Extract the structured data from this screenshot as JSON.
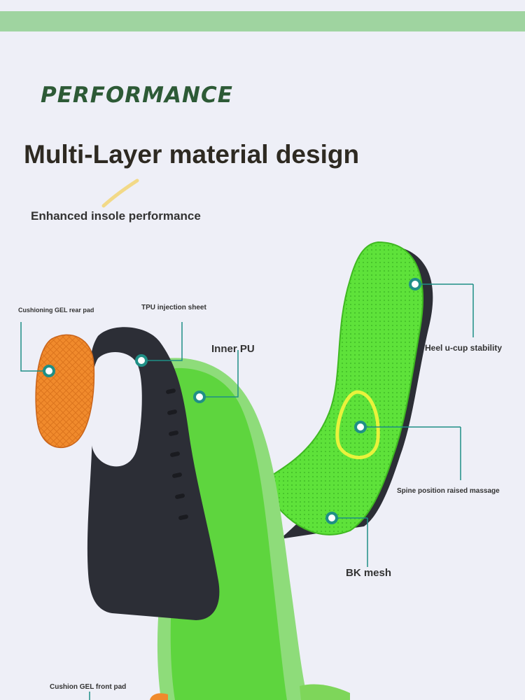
{
  "banner": {
    "eyebrow": "PERFORMANCE",
    "headline": "Multi-Layer material design",
    "subhead": "Enhanced insole performance"
  },
  "callouts": {
    "cushioning_gel_rear": "Cushioning GEL rear pad",
    "tpu_sheet": "TPU injection sheet",
    "inner_pu": "Inner PU",
    "heel_cup": "Heel u-cup stability",
    "spine_massage": "Spine position raised massage",
    "bk_mesh": "BK mesh",
    "cushion_gel_front": "Cushion GEL front pad"
  },
  "colors": {
    "band": "#9fd4a0",
    "eyebrow": "#2d5a36",
    "leader": "#1f8f86",
    "insole_green": "#5ee23a",
    "gel_orange": "#f08a2c",
    "tpu_dark": "#2c2e36"
  }
}
